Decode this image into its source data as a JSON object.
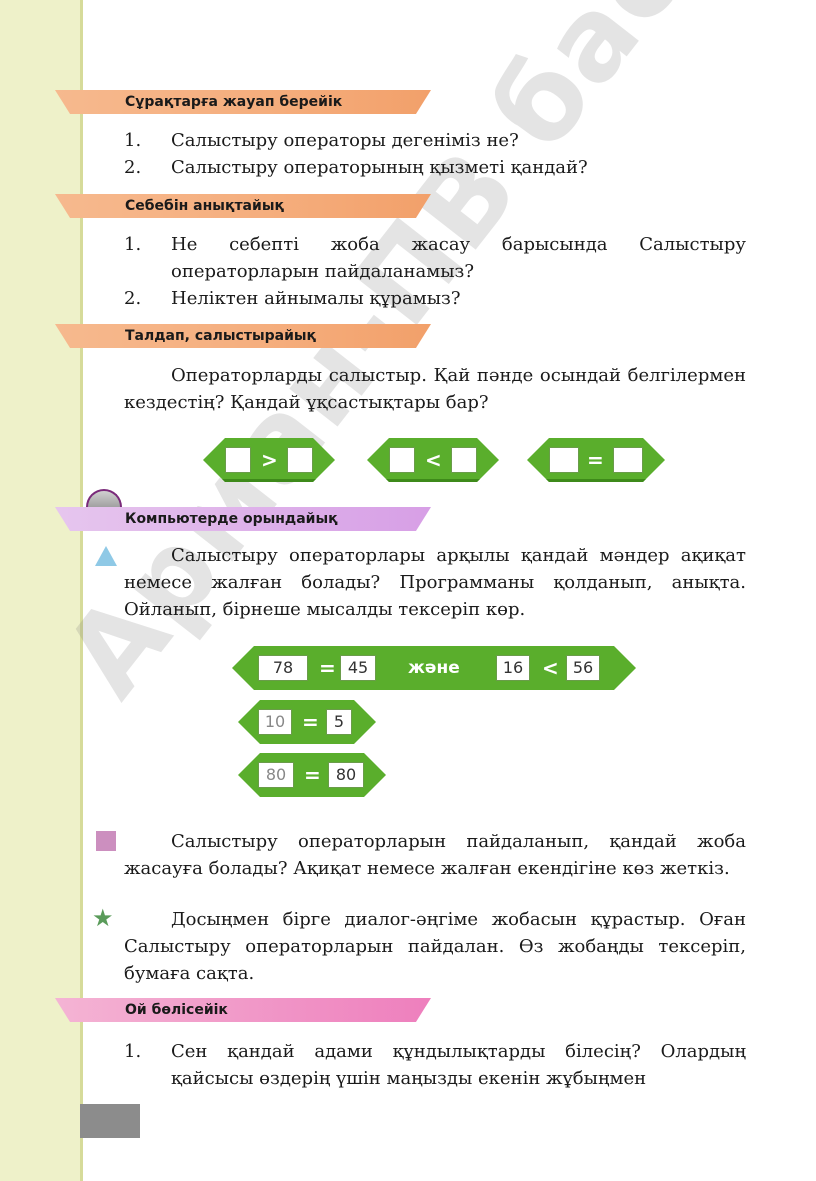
{
  "watermark": "Арман-ПВ баспасы",
  "sections": {
    "s1": {
      "title": "Сұрақтарға жауап берейік",
      "items": [
        {
          "num": "1.",
          "text": "Салыстыру операторы дегеніміз не?"
        },
        {
          "num": "2.",
          "text": "Салыстыру операторының қызметі қандай?"
        }
      ]
    },
    "s2": {
      "title": "Себебін анықтайық",
      "items": [
        {
          "num": "1.",
          "text": "Не себепті жоба жасау барысында Салыстыру операторларын пайдаланамыз?"
        },
        {
          "num": "2.",
          "text": "Неліктен айнымалы құрамыз?"
        }
      ]
    },
    "s3": {
      "title": "Талдап, салыстырайық",
      "text": "Операторларды салыстыр. Қай пәнде осындай белгілермен кездестің? Қандай ұқсастықтары бар?",
      "blocks": [
        {
          "op": ">"
        },
        {
          "op": "<"
        },
        {
          "op": "="
        }
      ]
    },
    "s4": {
      "title": "Компьютерде орындайық",
      "text": "Салыстыру операторлары арқылы қандай мәндер ақиқат немесе жалған болады? Программаны қолданып, анықта. Ойланып, бірнеше мысалды тексеріп көр.",
      "program": {
        "row1": {
          "a": "78",
          "op1": "=",
          "b": "45",
          "joiner": "және",
          "c": "16",
          "op2": "<",
          "d": "56"
        },
        "row2": {
          "a": "10",
          "op": "=",
          "b": "5"
        },
        "row3": {
          "a": "80",
          "op": "=",
          "b": "80"
        }
      },
      "text2": "Салыстыру операторларын пайдаланып, қандай жоба жасауға болады? Ақиқат немесе жалған екендігіне көз жеткіз.",
      "text3": "Досыңмен бірге диалог-әңгіме жобасын құрастыр. Оған Салыстыру операторларын пайдалан. Өз жобаңды тексеріп, бумаға сақта."
    },
    "s5": {
      "title": "Ой бөлісейік",
      "items": [
        {
          "num": "1.",
          "text": "Сен қандай адами құндылықтарды білесің? Олардың қайсысы өздерің үшін маңызды екенін жұбыңмен"
        }
      ]
    }
  },
  "icons": {
    "triangle": "triangle-icon",
    "square": "square-icon",
    "star": "star-icon",
    "disc": "cd-disc-icon"
  },
  "colors": {
    "orange_header": "#f5ad7c",
    "purple_header": "#d79fe6",
    "pink_header": "#ee7fbd",
    "block_green": "#5aae2c",
    "margin": "#eef1c9"
  }
}
